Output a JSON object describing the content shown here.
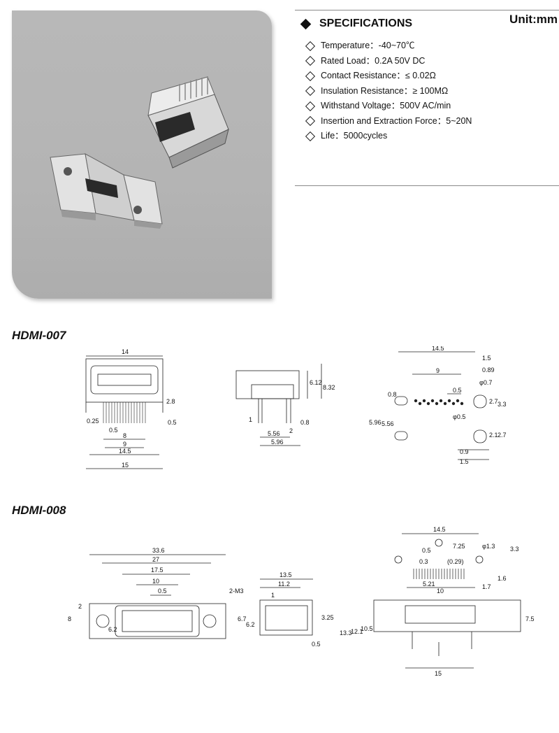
{
  "header": {
    "unit": "Unit:mm",
    "spec_title": "SPECIFICATIONS"
  },
  "specs": [
    "Temperature：-40~70℃",
    "Rated Load：0.2A 50V DC",
    "Contact Resistance：≤ 0.02Ω",
    "Insulation Resistance：≥ 100MΩ",
    "Withstand Voltage：500V AC/min",
    "Insertion and Extraction Force：5~20N",
    "Life：5000cycles"
  ],
  "models": [
    {
      "name": "HDMI-007",
      "dims": {
        "front": [
          "14",
          "2.8",
          "0.25",
          "0.5",
          "0.5",
          "8",
          "9",
          "14.5",
          "15"
        ],
        "side": [
          "6.12",
          "8.32",
          "1",
          "0.8",
          "2",
          "5.56",
          "5.96"
        ],
        "layout": [
          "14.5",
          "1.5",
          "0.89",
          "9",
          "0.5",
          "φ0.7",
          "0.8",
          "2.7",
          "3.3",
          "5.96",
          "5.56",
          "φ0.5",
          "2.1",
          "2.7",
          "0.9",
          "1.5"
        ]
      }
    },
    {
      "name": "HDMI-008",
      "dims": {
        "front": [
          "33.6",
          "27",
          "17.5",
          "10",
          "0.5",
          "2-M3",
          "8",
          "2",
          "6.2"
        ],
        "side": [
          "13.5",
          "11.2",
          "1",
          "6.7",
          "6.2",
          "3.25",
          "0.5"
        ],
        "layout": [
          "14.5",
          "0.5",
          "7.25",
          "φ1.3",
          "3.3",
          "0.3",
          "(0.29)",
          "5.21",
          "10",
          "1.6",
          "1.7",
          "13.3",
          "12.1",
          "10.5",
          "7.5",
          "15"
        ]
      }
    }
  ]
}
